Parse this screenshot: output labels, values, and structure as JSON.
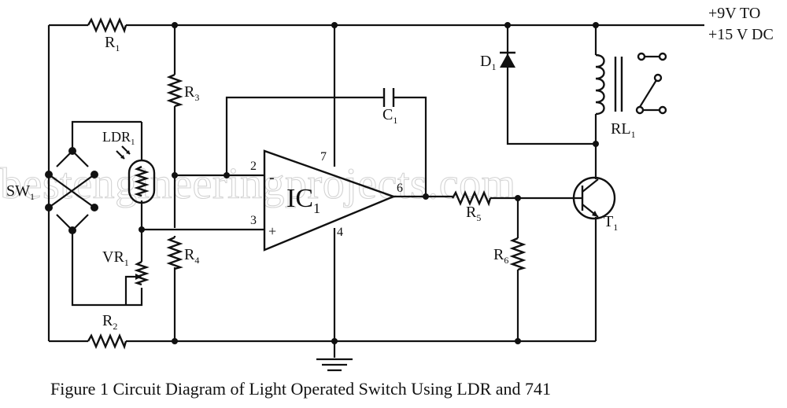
{
  "watermark": "bestengineeringprojects.com",
  "caption": "Figure 1 Circuit Diagram of Light Operated Switch Using LDR and 741",
  "supply": {
    "line1": "+9V TO",
    "line2": "+15 V DC"
  },
  "components": {
    "R1": {
      "name": "R",
      "sub": "1"
    },
    "R2": {
      "name": "R",
      "sub": "2"
    },
    "R3": {
      "name": "R",
      "sub": "3"
    },
    "R4": {
      "name": "R",
      "sub": "4"
    },
    "R5": {
      "name": "R",
      "sub": "5"
    },
    "R6": {
      "name": "R",
      "sub": "6"
    },
    "C1": {
      "name": "C",
      "sub": "1"
    },
    "D1": {
      "name": "D",
      "sub": "1"
    },
    "RL1": {
      "name": "RL",
      "sub": "1"
    },
    "T1": {
      "name": "T",
      "sub": "1"
    },
    "IC1": {
      "name": "IC",
      "sub": "1"
    },
    "LDR1": {
      "name": "LDR",
      "sub": "1"
    },
    "VR1": {
      "name": "VR",
      "sub": "1"
    },
    "SW1": {
      "name": "SW",
      "sub": "1"
    }
  },
  "pins": {
    "p2": "2",
    "p3": "3",
    "p4": "4",
    "p6": "6",
    "p7": "7",
    "minus": "-",
    "plus": "+"
  }
}
